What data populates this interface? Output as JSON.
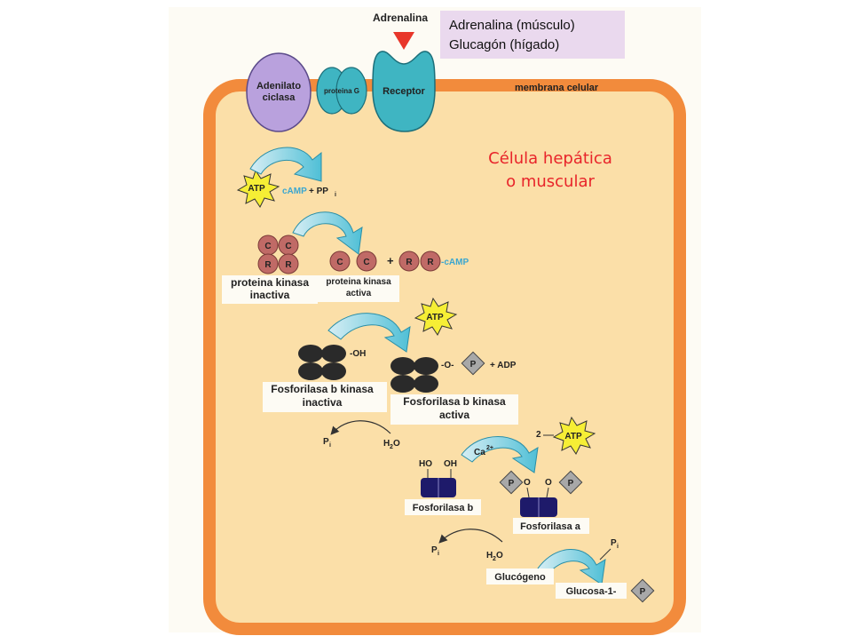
{
  "note": {
    "line1": "Adrenalina (músculo)",
    "line2": "Glucagón (hígado)"
  },
  "caption": {
    "line1": "Célula hepática",
    "line2": "o muscular"
  },
  "labels": {
    "adrenalina": "Adrenalina",
    "adenilato_1": "Adenilato",
    "adenilato_2": "ciclasa",
    "proteina_g": "proteina G",
    "receptor": "Receptor",
    "membrana": "membrana celular",
    "atp": "ATP",
    "camp": "cAMP",
    "pp": "+ PP",
    "pp_sub": "i",
    "c": "C",
    "r": "R",
    "plus": "+",
    "camp_tail": "-cAMP",
    "pk_inactive_1": "proteina kinasa",
    "pk_inactive_2": "inactiva",
    "pk_active_1": "proteina kinasa",
    "pk_active_2": "activa",
    "oh": "-OH",
    "o_dash": "-O-",
    "p": "P",
    "adp": "+ ADP",
    "fbk_inactive_1": "Fosforilasa b kinasa",
    "fbk_inactive_2": "inactiva",
    "fbk_active_1": "Fosforilasa b kinasa",
    "fbk_active_2": "activa",
    "pi": "P",
    "pi_sub": "i",
    "h2o": "H",
    "h2o_sub": "2",
    "h2o_tail": "O",
    "two": "2",
    "ca": "Ca",
    "ca_sup": "2+",
    "ho": "HO",
    "oh2": "OH",
    "o": "O",
    "fosforilasa_b": "Fosforilasa b",
    "fosforilasa_a": "Fosforilasa a",
    "glucogeno": "Glucógeno",
    "glucosa": "Glucosa-1-"
  }
}
